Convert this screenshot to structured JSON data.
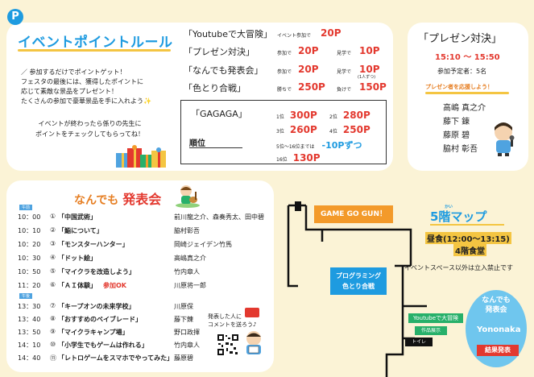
{
  "rules": {
    "badge": "P",
    "title": "イベントポイントルール",
    "desc": [
      "／ 参加するだけでポイントゲット！",
      "フェスタの最後には、獲得したポイントに",
      "応じて素敵な景品をプレゼント！",
      "たくさんの参加で豪華景品を手に入れよう✨"
    ],
    "desc2": [
      "イベントが終わったら係りの先生に",
      "ポイントをチェックしてもらってね！"
    ],
    "events": [
      {
        "name": "「Youtubeで大冒険」",
        "l1": "イベント参加で",
        "p1": "20P",
        "l2": "",
        "p2": ""
      },
      {
        "name": "「プレゼン対決」",
        "l1": "参加で",
        "p1": "20P",
        "l2": "見学で",
        "p2": "10P"
      },
      {
        "name": "「なんでも発表会」",
        "l1": "参加で",
        "p1": "20P",
        "l2": "見学で",
        "p2": "10P",
        "note": "(1人ずつ)"
      },
      {
        "name": "「色とり合戦」",
        "l1": "勝ちで",
        "p1": "250P",
        "l2": "負けで",
        "p2": "150P"
      }
    ],
    "gagaga": {
      "name": "「GAGAGA」",
      "rank": "順位",
      "r1l": "1位",
      "r1": "300P",
      "r2l": "2位",
      "r2": "280P",
      "r3l": "3位",
      "r3": "260P",
      "r4l": "4位",
      "r4": "250P",
      "r5l": "5位〜16位までは",
      "r5": "-10Pずつ",
      "r16l": "16位",
      "r16": "130P"
    }
  },
  "presen": {
    "title": "「プレゼン対決」",
    "time": "15:10 〜 15:50",
    "count": "参加予定者：5名",
    "cheer": "プレゼン者を応援しよう！",
    "names": [
      "高嶋 真之介",
      "藤下 錬",
      "藤原 碧",
      "脇村 彰吾"
    ]
  },
  "happyo": {
    "title_a": "なんでも",
    "title_b": "発表会",
    "am": "午前",
    "pm": "午後",
    "am_rows": [
      {
        "t": "10：00",
        "n": "①",
        "title": "「中国武術」",
        "who": "前川龍之介、森奏秀太、田中碧"
      },
      {
        "t": "10：10",
        "n": "②",
        "title": "「鮨について」",
        "who": "脇村彰吾"
      },
      {
        "t": "10：20",
        "n": "③",
        "title": "「モンスターハンター」",
        "who": "岡崎ジェイデン竹馬"
      },
      {
        "t": "10：30",
        "n": "④",
        "title": "「ドット絵」",
        "who": "高嶋真之介"
      },
      {
        "t": "10：50",
        "n": "⑤",
        "title": "「マイクラを改造しよう」",
        "who": "竹内章人"
      },
      {
        "t": "11：20",
        "n": "⑥",
        "title": "「ＡＩ体験」",
        "extra": "参加OK",
        "who": "川原将一郎"
      }
    ],
    "pm_rows": [
      {
        "t": "13：30",
        "n": "⑦",
        "title": "「キープオンの未来学校」",
        "who": "川原保"
      },
      {
        "t": "13：40",
        "n": "⑧",
        "title": "「おすすめのベイブレード」",
        "who": "藤下錬"
      },
      {
        "t": "13：50",
        "n": "⑨",
        "title": "「マイクラキャンプ場」",
        "who": "野口政揮"
      },
      {
        "t": "14：10",
        "n": "⑩",
        "title": "「小学生でもゲームは作れる」",
        "who": "竹内章人"
      },
      {
        "t": "14：40",
        "n": "⑪",
        "title": "「レトロゲームをスマホでやってみた」",
        "who": "藤原碧"
      }
    ],
    "comment": [
      "発表した人に",
      "コメントを送ろう♪"
    ]
  },
  "map": {
    "title": "5階マップ",
    "ruby": "かい",
    "lunch": "昼食(12:00〜13:15)",
    "lunch2": "4階食堂",
    "note": "イベントスペース以外は立入禁止です",
    "gamego": "GAME GO GUN！",
    "prog": [
      "プログラミング",
      "色とり合戦"
    ],
    "youtube": "Youtubeで大冒険",
    "works": "作品展示",
    "toilet": "トイレ",
    "happyo": [
      "なんでも",
      "発表会"
    ],
    "yononaka": "Yononaka",
    "kekka": "結果発表"
  },
  "colors": {
    "red": "#e3392f",
    "blue": "#1e9be0",
    "orange": "#f39a2a",
    "green": "#27b06a",
    "cyan": "#6fc6ee"
  }
}
